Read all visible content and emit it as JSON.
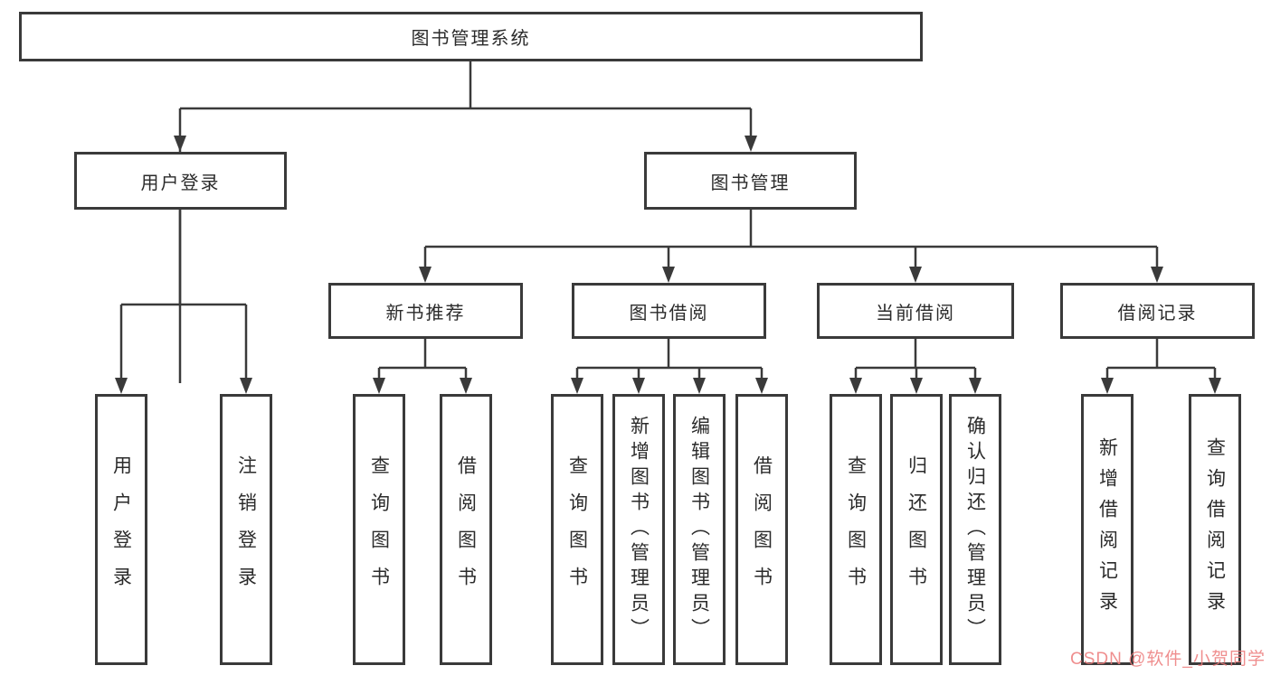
{
  "colors": {
    "line": "#3a3a3a",
    "box_border": "#3a3a3a",
    "text": "#2b2b2b",
    "background": "#ffffff",
    "watermark": "#ec7a7a"
  },
  "watermark": {
    "text": "CSDN @软件_小贺同学"
  },
  "diagram": {
    "root": {
      "label": "图书管理系统"
    },
    "branches": [
      {
        "label": "用户登录",
        "children": [
          {
            "label": "用户登录"
          },
          {
            "label": "注销登录"
          }
        ]
      },
      {
        "label": "图书管理",
        "children": [
          {
            "label": "新书推荐",
            "children": [
              {
                "label": "查询图书"
              },
              {
                "label": "借阅图书"
              }
            ]
          },
          {
            "label": "图书借阅",
            "children": [
              {
                "label": "查询图书"
              },
              {
                "label": "新增图书（管理员）"
              },
              {
                "label": "编辑图书（管理员）"
              },
              {
                "label": "借阅图书"
              }
            ]
          },
          {
            "label": "当前借阅",
            "children": [
              {
                "label": "查询图书"
              },
              {
                "label": "归还图书"
              },
              {
                "label": "确认归还（管理员）"
              }
            ]
          },
          {
            "label": "借阅记录",
            "children": [
              {
                "label": "新增借阅记录"
              },
              {
                "label": "查询借阅记录"
              }
            ]
          }
        ]
      }
    ]
  }
}
